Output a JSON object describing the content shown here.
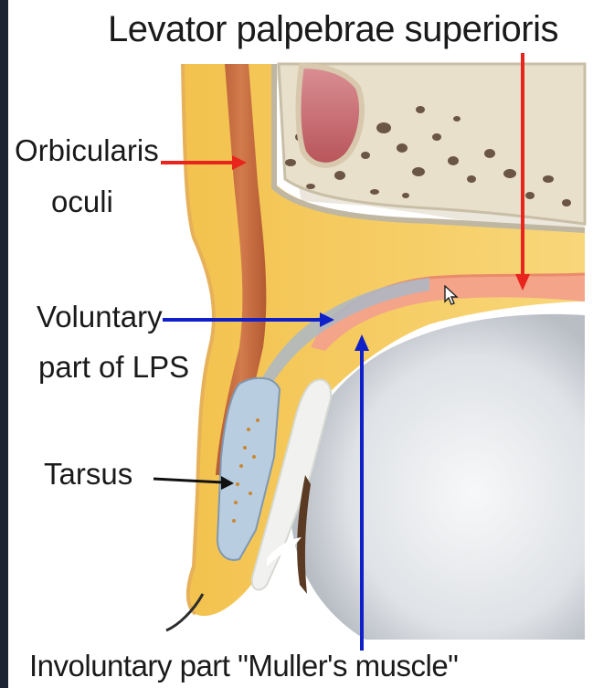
{
  "labels": {
    "title": "Levator palpebrae superioris",
    "orbicularis_line1": "Orbicularis",
    "orbicularis_line2": "oculi",
    "voluntary_line1": "Voluntary",
    "voluntary_line2": "part of LPS",
    "tarsus": "Tarsus",
    "involuntary": "Involuntary part \"Muller's muscle\""
  },
  "colors": {
    "orbicularis_arrow": "#e8241c",
    "lps_arrow": "#e8241c",
    "voluntary_arrow": "#1020c8",
    "muller_arrow": "#1020c8",
    "tarsus_arrow": "#111111",
    "fat": "#f6cf5e",
    "muscle": "#c8673c",
    "bone": "#e9e0cc",
    "globe": "#dcdfe3"
  },
  "icons": {
    "cursor": "mouse-pointer-icon"
  }
}
